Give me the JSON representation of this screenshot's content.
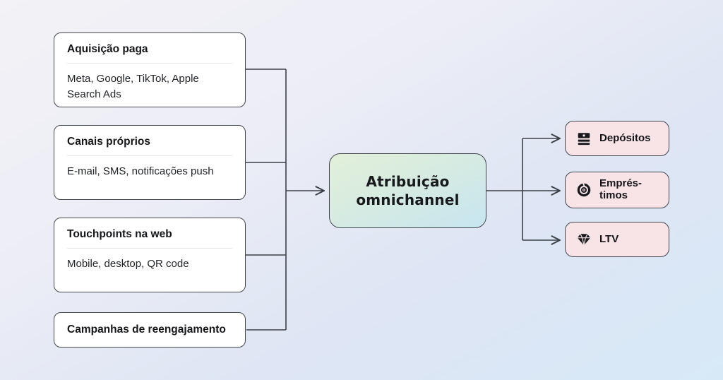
{
  "diagram": {
    "sources": [
      {
        "title": "Aquisição paga",
        "detail": "Meta, Google, TikTok, Apple Search Ads"
      },
      {
        "title": "Canais próprios",
        "detail": "E-mail, SMS, notificações push"
      },
      {
        "title": "Touchpoints na web",
        "detail": "Mobile, desktop, QR code"
      },
      {
        "title": "Campanhas de reengajamento"
      }
    ],
    "center": {
      "label": "Atribuição omnichannel"
    },
    "outputs": [
      {
        "label": "Depósitos",
        "icon": "deposits-stack-icon"
      },
      {
        "label": "Emprés-timos",
        "icon": "loans-target-icon"
      },
      {
        "label": "LTV",
        "icon": "gem-icon"
      }
    ],
    "colors": {
      "line": "#3c4147",
      "node_border": "#43484e",
      "source_fill": "#ffffff",
      "center_gradient_top": "#e3f0da",
      "center_gradient_bottom": "#c7e5f1",
      "output_fill": "#f8e3e7",
      "background_top": "#f3f2f6",
      "background_bottom": "#d7e9f7"
    }
  }
}
